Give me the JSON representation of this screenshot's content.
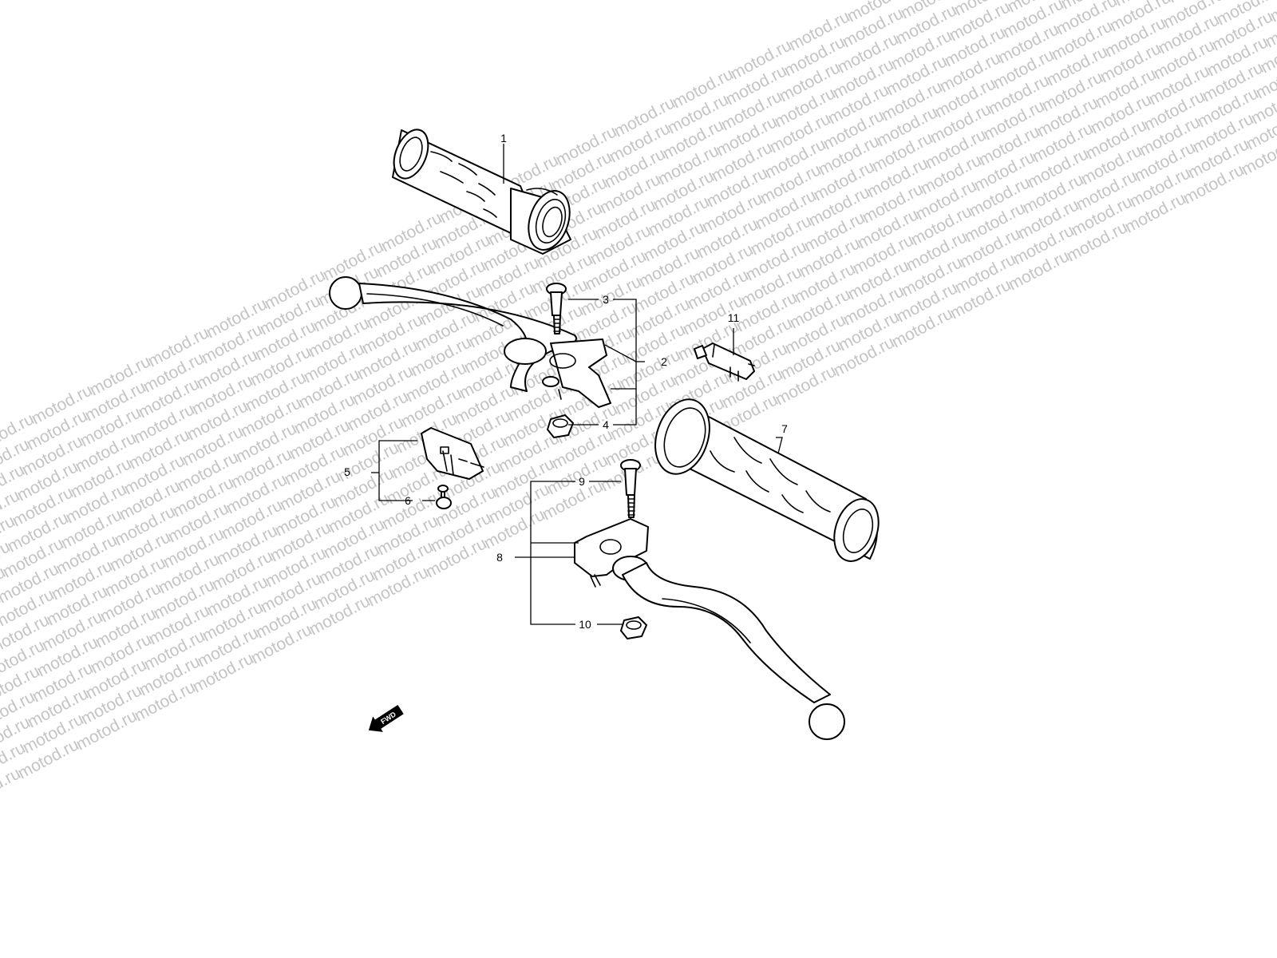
{
  "watermark": {
    "text": "motod.ru",
    "color": "#c4c4c4"
  },
  "callouts": [
    {
      "id": "c1",
      "label": "1"
    },
    {
      "id": "c2",
      "label": "2"
    },
    {
      "id": "c3",
      "label": "3"
    },
    {
      "id": "c4",
      "label": "4"
    },
    {
      "id": "c5",
      "label": "5"
    },
    {
      "id": "c6",
      "label": "6"
    },
    {
      "id": "c7",
      "label": "7"
    },
    {
      "id": "c8",
      "label": "8"
    },
    {
      "id": "c9",
      "label": "9"
    },
    {
      "id": "c10",
      "label": "10"
    },
    {
      "id": "c11",
      "label": "11"
    }
  ],
  "fwd_arrow": {
    "label": "FWD",
    "icon": "forward-direction-arrow-icon"
  },
  "line_color": "#000000",
  "background": "#ffffff"
}
